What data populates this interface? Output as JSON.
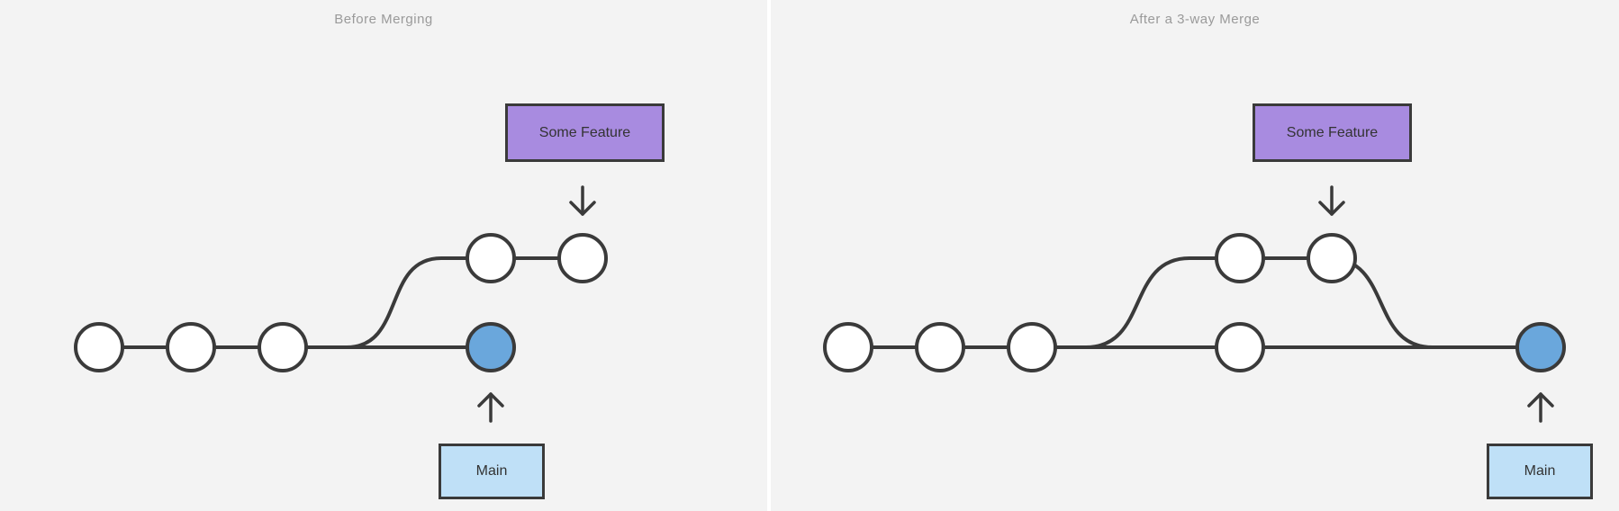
{
  "panels": {
    "before": {
      "title": "Before Merging",
      "feature_label": "Some Feature",
      "main_label": "Main"
    },
    "after": {
      "title": "After a 3-way Merge",
      "feature_label": "Some Feature",
      "main_label": "Main"
    }
  },
  "colors": {
    "panel_background": "#f3f3f3",
    "line": "#3a3a3a",
    "commit_fill": "#ffffff",
    "head_commit_fill": "#6aa7dc",
    "feature_box": "#a88be0",
    "main_box": "#bfe0f7",
    "title_text": "#9a9a9a"
  },
  "icons": [
    "arrow-down-icon",
    "arrow-up-icon"
  ]
}
